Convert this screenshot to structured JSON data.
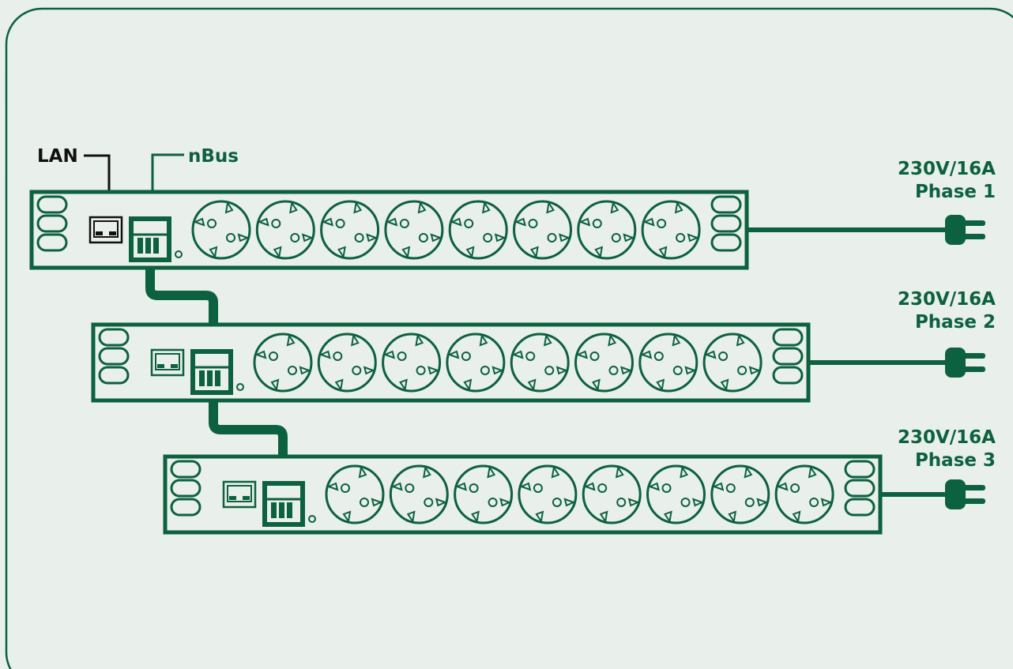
{
  "labels": {
    "lan": "LAN",
    "nbus": "nBus"
  },
  "strips": [
    {
      "voltage": "230V/16A",
      "phase": "Phase 1",
      "outlets": 8
    },
    {
      "voltage": "230V/16A",
      "phase": "Phase 2",
      "outlets": 8
    },
    {
      "voltage": "230V/16A",
      "phase": "Phase 3",
      "outlets": 8
    }
  ],
  "colors": {
    "background": "#e9efea",
    "primary": "#0c6140",
    "lan_line": "#111111"
  }
}
